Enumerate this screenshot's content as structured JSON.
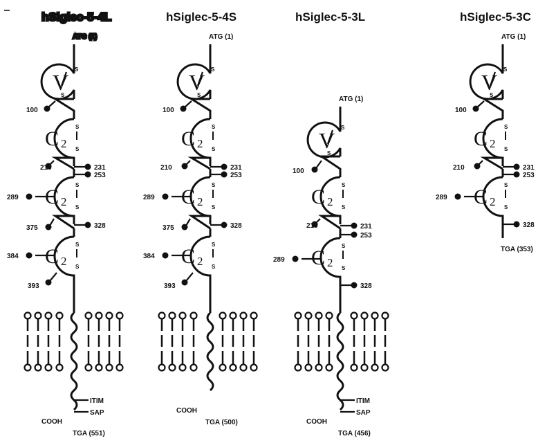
{
  "diagrams": [
    {
      "title": "hSiglec-5-4L",
      "start": "ATG (1)",
      "domains": [
        {
          "type": "V",
          "label": "V",
          "ss": [
            "S",
            "S"
          ]
        },
        {
          "type": "C2",
          "label": "C",
          "sub": "2",
          "ss": [
            "S",
            "S"
          ]
        },
        {
          "type": "C2",
          "label": "C",
          "sub": "2",
          "ss": [
            "S",
            "S"
          ]
        },
        {
          "type": "C2",
          "label": "C",
          "sub": "2",
          "ss": [
            "S",
            "S"
          ]
        }
      ],
      "glyco_sites": [
        "100",
        "210",
        "231",
        "253",
        "289",
        "375",
        "328",
        "384",
        "393"
      ],
      "cytoplasmic": [
        "ITIM",
        "SAP"
      ],
      "cterm": "COOH",
      "stop": "TGA (551)"
    },
    {
      "title": "hSiglec-5-4S",
      "start": "ATG (1)",
      "domains": [
        {
          "type": "V",
          "label": "V",
          "ss": [
            "S",
            "S"
          ]
        },
        {
          "type": "C2",
          "label": "C",
          "sub": "2",
          "ss": [
            "S",
            "S"
          ]
        },
        {
          "type": "C2",
          "label": "C",
          "sub": "2",
          "ss": [
            "S",
            "S"
          ]
        },
        {
          "type": "C2",
          "label": "C",
          "sub": "2",
          "ss": [
            "S",
            "S"
          ]
        }
      ],
      "glyco_sites": [
        "100",
        "210",
        "231",
        "253",
        "289",
        "375",
        "328",
        "384",
        "393"
      ],
      "cterm": "COOH",
      "stop": "TGA (500)"
    },
    {
      "title": "hSiglec-5-3L",
      "start": "ATG (1)",
      "domains": [
        {
          "type": "V",
          "label": "V",
          "ss": [
            "S",
            "S"
          ]
        },
        {
          "type": "C2",
          "label": "C",
          "sub": "2",
          "ss": [
            "S",
            "S"
          ]
        },
        {
          "type": "C2",
          "label": "C",
          "sub": "2",
          "ss": [
            "S",
            "S"
          ]
        }
      ],
      "glyco_sites": [
        "100",
        "210",
        "231",
        "253",
        "289",
        "328"
      ],
      "cytoplasmic": [
        "ITIM",
        "SAP"
      ],
      "cterm": "COOH",
      "stop": "TGA (456)"
    },
    {
      "title": "hSiglec-5-3C",
      "start": "ATG (1)",
      "domains": [
        {
          "type": "V",
          "label": "V",
          "ss": [
            "S",
            "S"
          ]
        },
        {
          "type": "C2",
          "label": "C",
          "sub": "2",
          "ss": [
            "S",
            "S"
          ]
        },
        {
          "type": "C2",
          "label": "C",
          "sub": "2",
          "ss": [
            "S",
            "S"
          ]
        }
      ],
      "glyco_sites": [
        "100",
        "210",
        "231",
        "253",
        "289",
        "328"
      ],
      "stop": "TGA (353)"
    }
  ]
}
